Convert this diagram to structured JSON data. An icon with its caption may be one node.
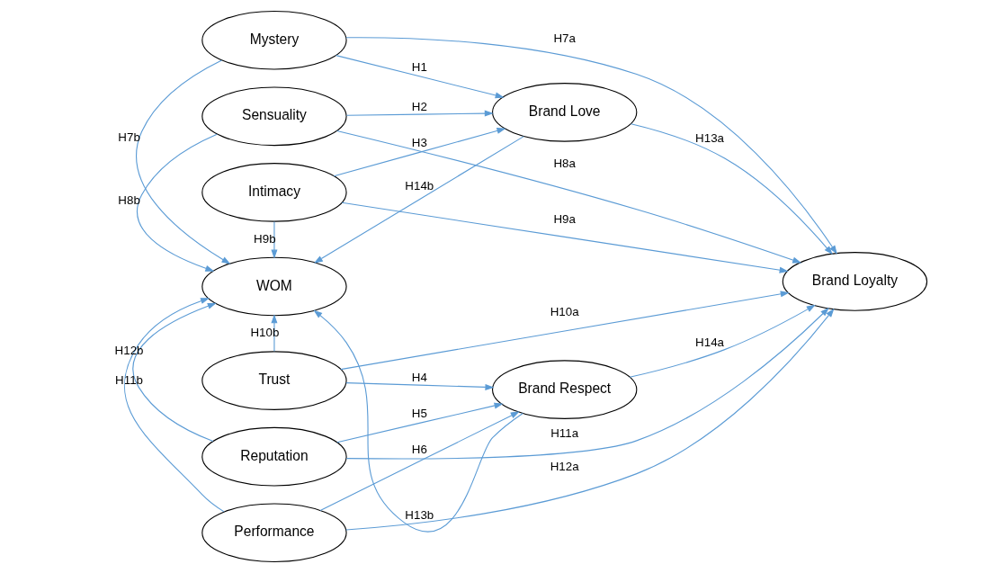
{
  "diagram": {
    "nodes": [
      {
        "text": [
          "Mystery"
        ]
      },
      {
        "text": [
          "Sensuality"
        ]
      },
      {
        "text": [
          "Intimacy"
        ]
      },
      {
        "text": [
          "Brand Love"
        ]
      },
      {
        "text": [
          "WOM"
        ]
      },
      {
        "text": [
          "Brand Loyalty"
        ]
      },
      {
        "text": [
          "Trust"
        ]
      },
      {
        "text": [
          "Reputation"
        ]
      },
      {
        "text": [
          "Performance"
        ]
      },
      {
        "text": [
          "Brand Respect"
        ]
      }
    ],
    "edges": [
      {
        "from": 0,
        "to": 3,
        "arrow": "to",
        "label": "H1"
      },
      {
        "from": 1,
        "to": 3,
        "arrow": "to",
        "label": "H2"
      },
      {
        "from": 2,
        "to": 3,
        "arrow": "to",
        "label": "H3"
      },
      {
        "from": 6,
        "to": 9,
        "arrow": "to",
        "label": "H4"
      },
      {
        "from": 7,
        "to": 9,
        "arrow": "to",
        "label": "H5"
      },
      {
        "from": 8,
        "to": 9,
        "arrow": "to",
        "label": "H6"
      },
      {
        "from": 0,
        "to": 5,
        "arrow": "to",
        "label": "H7a"
      },
      {
        "from": 0,
        "to": 4,
        "arrow": "to",
        "label": "H7b"
      },
      {
        "from": 1,
        "to": 5,
        "arrow": "to",
        "label": "H8a"
      },
      {
        "from": 1,
        "to": 4,
        "arrow": "to",
        "label": "H8b"
      },
      {
        "from": 2,
        "to": 5,
        "arrow": "to",
        "label": "H9a"
      },
      {
        "from": 2,
        "to": 4,
        "arrow": "to",
        "label": "H9b"
      },
      {
        "from": 6,
        "to": 5,
        "arrow": "to",
        "label": "H10a"
      },
      {
        "from": 6,
        "to": 4,
        "arrow": "to",
        "label": "H10b"
      },
      {
        "from": 7,
        "to": 5,
        "arrow": "to",
        "label": "H11a"
      },
      {
        "from": 7,
        "to": 4,
        "arrow": "to",
        "label": "H11b"
      },
      {
        "from": 8,
        "to": 5,
        "arrow": "to",
        "label": "H12a"
      },
      {
        "from": 8,
        "to": 4,
        "arrow": "to",
        "label": "H12b"
      },
      {
        "from": 3,
        "to": 5,
        "arrow": "to",
        "label": "H13a"
      },
      {
        "from": 9,
        "to": 4,
        "arrow": "to",
        "label": "H13b"
      },
      {
        "from": 9,
        "to": 5,
        "arrow": "to",
        "label": "H14a"
      },
      {
        "from": 3,
        "to": 4,
        "arrow": "to",
        "label": "H14b"
      }
    ]
  }
}
